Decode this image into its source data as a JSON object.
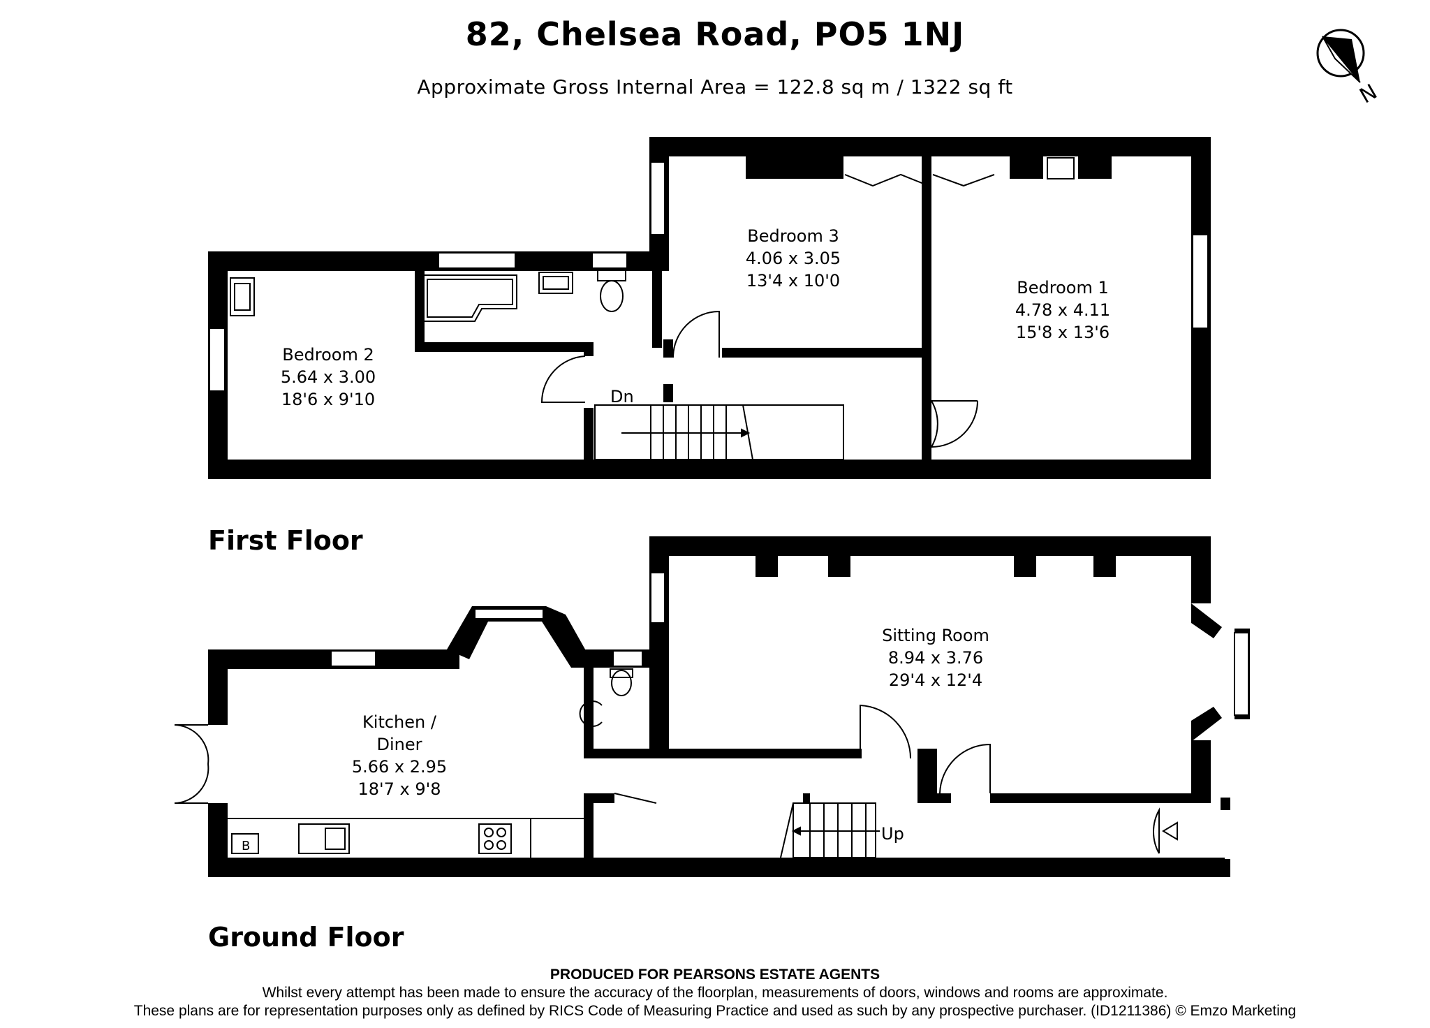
{
  "header": {
    "address": "82, Chelsea Road, PO5 1NJ",
    "area": "Approximate Gross Internal Area = 122.8 sq m / 1322 sq ft"
  },
  "compass": {
    "icon": "compass-north-icon",
    "label": "N"
  },
  "floors": {
    "first": {
      "label": "First Floor",
      "rooms": {
        "bedroom1": {
          "name": "Bedroom 1",
          "metric": "4.78 x 4.11",
          "imperial": "15'8 x 13'6"
        },
        "bedroom2": {
          "name": "Bedroom 2",
          "metric": "5.64 x 3.00",
          "imperial": "18'6 x 9'10"
        },
        "bedroom3": {
          "name": "Bedroom 3",
          "metric": "4.06 x 3.05",
          "imperial": "13'4 x 10'0"
        }
      },
      "stairs_label": "Dn"
    },
    "ground": {
      "label": "Ground Floor",
      "rooms": {
        "sitting": {
          "name": "Sitting Room",
          "metric": "8.94 x 3.76",
          "imperial": "29'4 x 12'4"
        },
        "kitchen": {
          "name_line1": "Kitchen /",
          "name_line2": "Diner",
          "metric": "5.66 x 2.95",
          "imperial": "18'7 x 9'8"
        }
      },
      "stairs_label": "Up",
      "boiler_label": "B"
    }
  },
  "footer": {
    "line1": "PRODUCED FOR PEARSONS ESTATE AGENTS",
    "line2": "Whilst every attempt has been made to ensure the accuracy of the floorplan, measurements of doors, windows and rooms are approximate.",
    "line3": "These plans are for representation purposes only as defined by RICS Code of Measuring Practice and used as such by any prospective purchaser. (ID1211386) © Emzo Marketing"
  }
}
